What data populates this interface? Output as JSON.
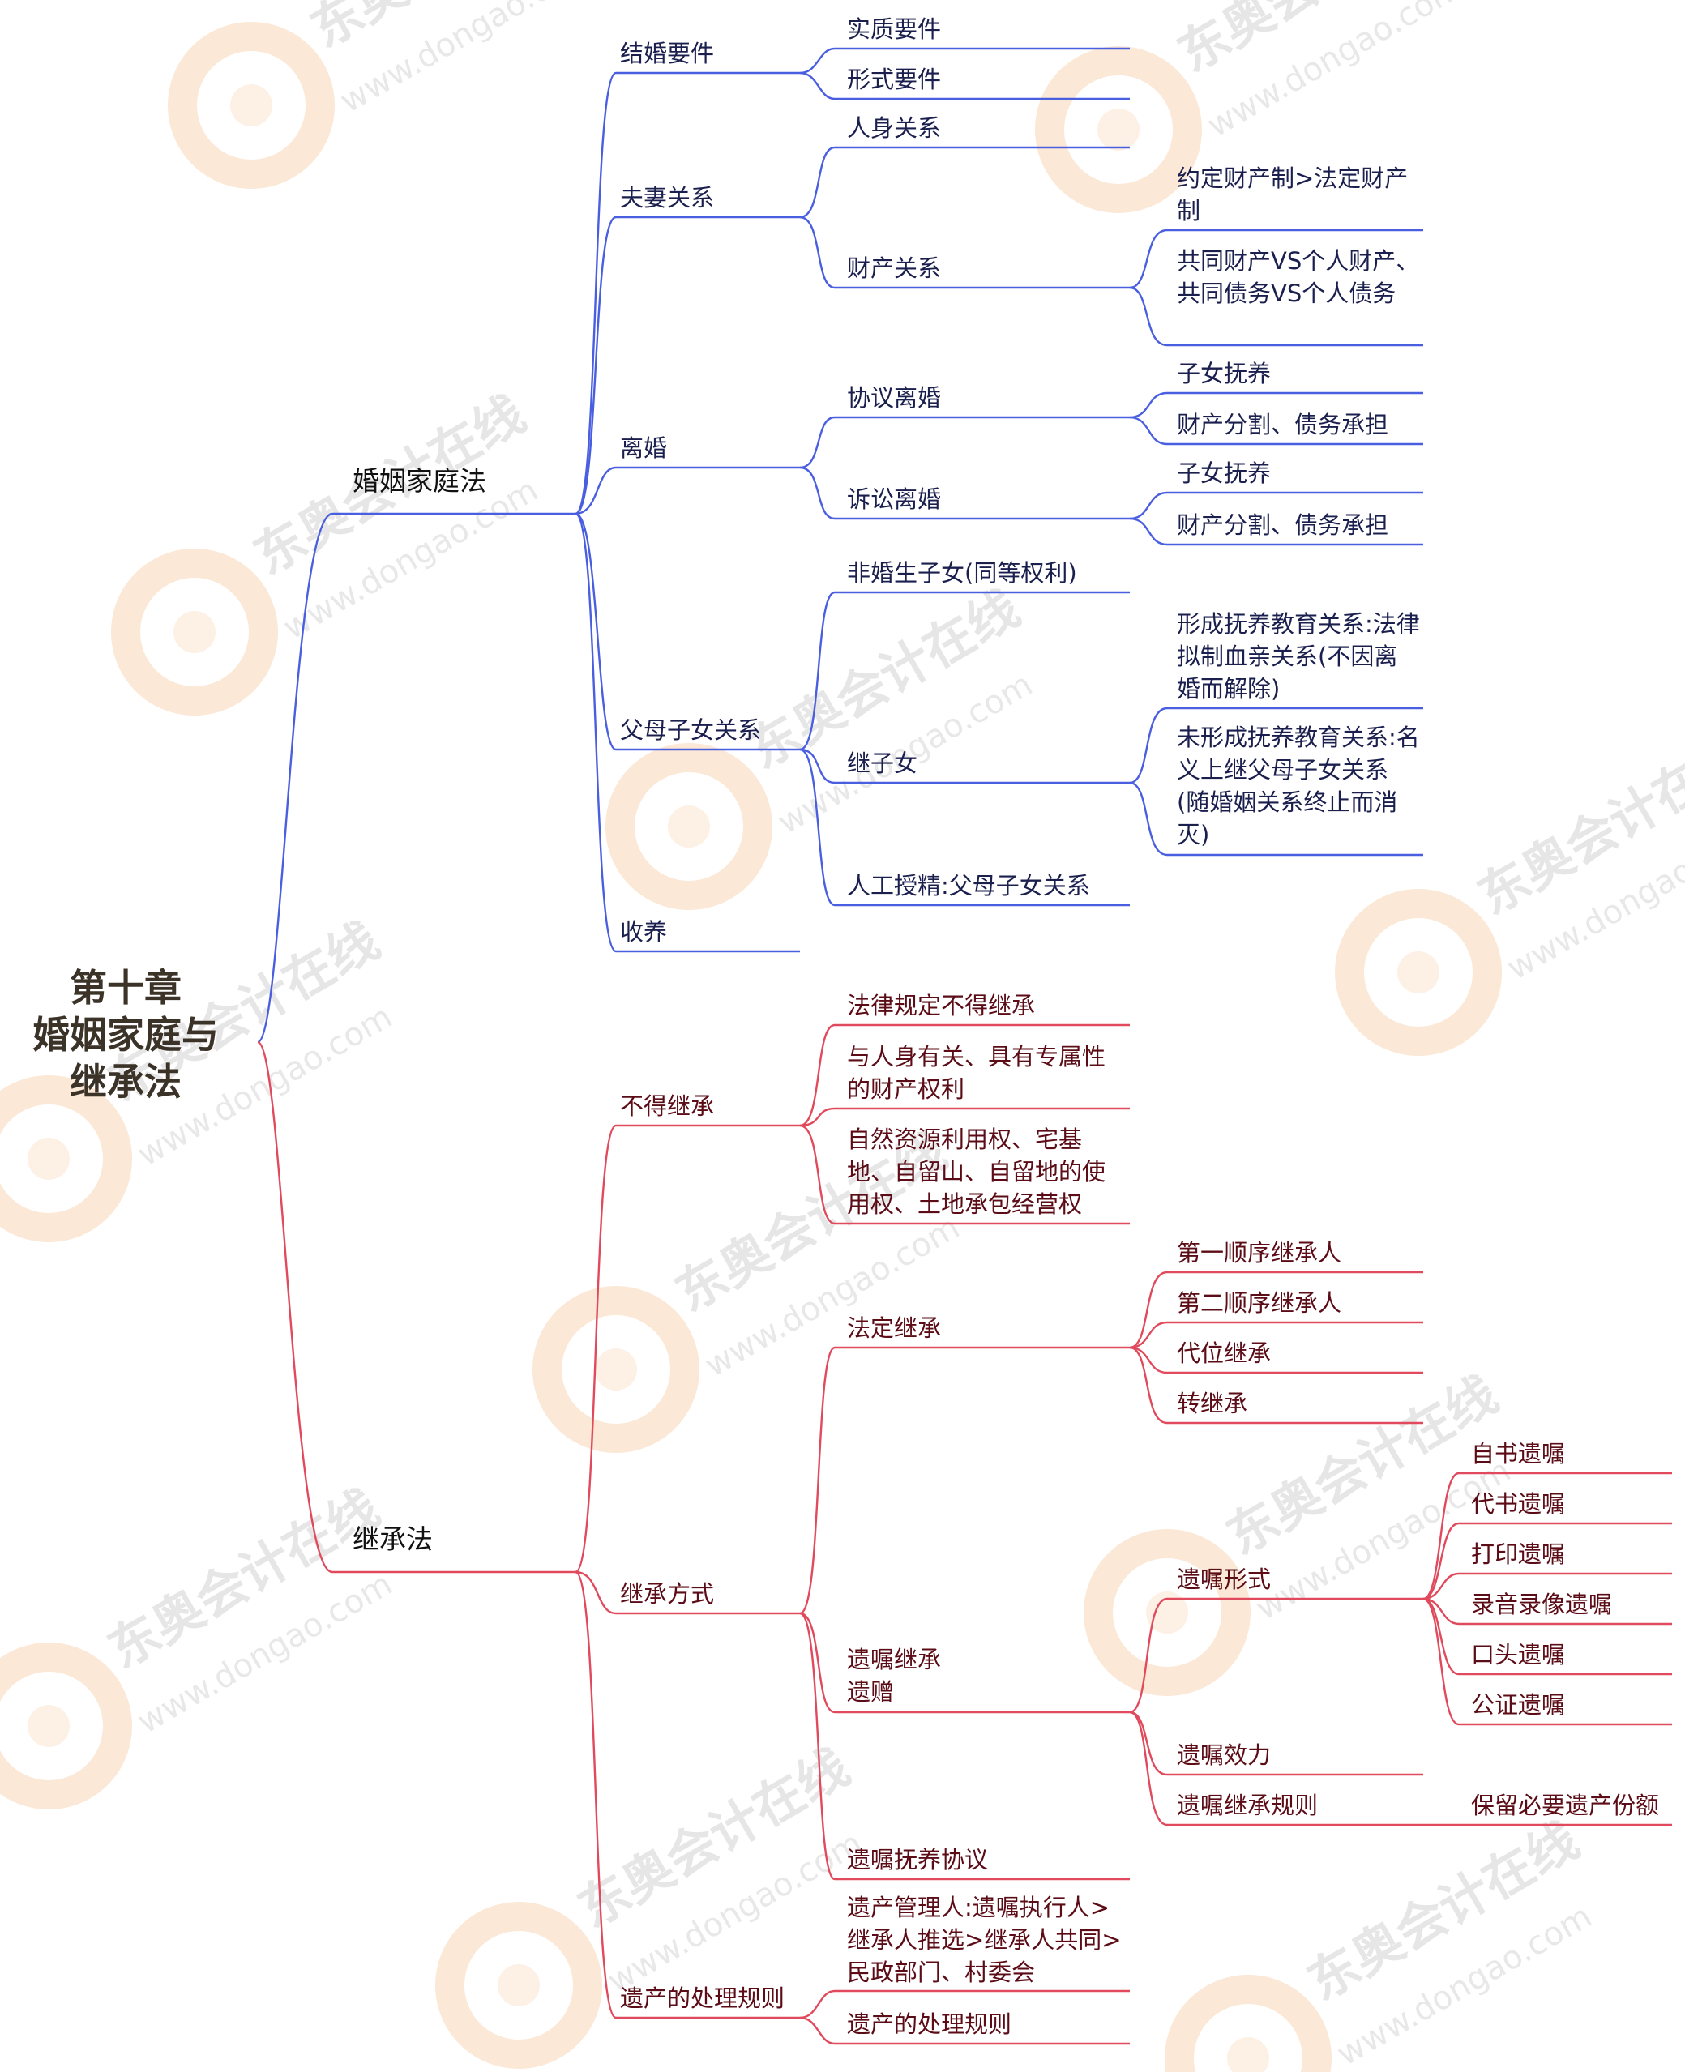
{
  "colors": {
    "blue_branch_line": "#4a5fe0",
    "red_branch_line": "#e04a5c",
    "blue_text": "#1a1f4e",
    "red_text": "#5b0c16",
    "root_text": "#3b3328"
  },
  "root": {
    "lines": [
      "第十章",
      "婚姻家庭与",
      "继承法"
    ]
  },
  "watermark": {
    "brand": "东奥会计在线",
    "url": "www.dongao.com"
  },
  "branches": {
    "marriage": {
      "label": "婚姻家庭法",
      "children": {
        "marriage_requirements": {
          "label": "结婚要件",
          "children": [
            "实质要件",
            "形式要件"
          ]
        },
        "spouse_relations": {
          "label": "夫妻关系",
          "personal": "人身关系",
          "property": {
            "label": "财产关系",
            "children": [
              "约定财产制>法定财产制",
              "共同财产VS个人财产、共同债务VS个人债务"
            ]
          }
        },
        "divorce": {
          "label": "离婚",
          "agreement": {
            "label": "协议离婚",
            "children": [
              "子女抚养",
              "财产分割、债务承担"
            ]
          },
          "litigation": {
            "label": "诉讼离婚",
            "children": [
              "子女抚养",
              "财产分割、债务承担"
            ]
          }
        },
        "parent_child": {
          "label": "父母子女关系",
          "illegitimate": "非婚生子女(同等权利)",
          "step": {
            "label": "继子女",
            "children": [
              "形成抚养教育关系:法律拟制血亲关系(不因离婚而解除)",
              "未形成抚养教育关系:名义上继父母子女关系(随婚姻关系终止而消灭)"
            ]
          },
          "artificial": "人工授精:父母子女关系"
        },
        "adoption": {
          "label": "收养"
        }
      }
    },
    "inheritance": {
      "label": "继承法",
      "children": {
        "not_inheritable": {
          "label": "不得继承",
          "children": [
            "法律规定不得继承",
            "与人身有关、具有专属性的财产权利",
            "自然资源利用权、宅基地、自留山、自留地的使用权、土地承包经营权"
          ]
        },
        "methods": {
          "label": "继承方式",
          "statutory": {
            "label": "法定继承",
            "children": [
              "第一顺序继承人",
              "第二顺序继承人",
              "代位继承",
              "转继承"
            ]
          },
          "testamentary": {
            "label": "遗嘱继承\n遗赠",
            "will_form": {
              "label": "遗嘱形式",
              "children": [
                "自书遗嘱",
                "代书遗嘱",
                "打印遗嘱",
                "录音录像遗嘱",
                "口头遗嘱",
                "公证遗嘱"
              ]
            },
            "will_effect": "遗嘱效力",
            "will_rules": {
              "label": "遗嘱继承规则",
              "child": "保留必要遗产份额"
            }
          },
          "support_agreement": "遗嘱抚养协议"
        },
        "estate_rules": {
          "label": "遗产的处理规则",
          "children": [
            "遗产管理人:遗嘱执行人>继承人推选>继承人共同>民政部门、村委会",
            "遗产的处理规则"
          ]
        }
      }
    }
  }
}
